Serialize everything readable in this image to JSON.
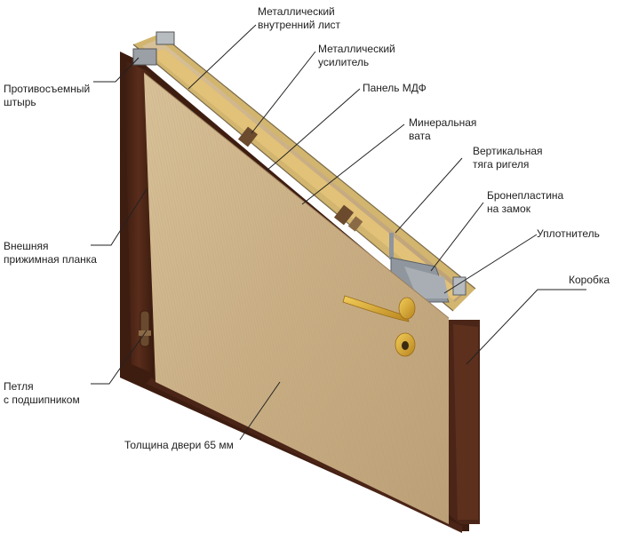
{
  "diagram": {
    "labels": {
      "inner_sheet": {
        "line1": "Металлический",
        "line2": "внутренний лист"
      },
      "reinforcement": {
        "line1": "Металлический",
        "line2": "усилитель"
      },
      "mdf_panel": {
        "line1": "Панель МДФ"
      },
      "mineral_wool": {
        "line1": "Минеральная",
        "line2": "вата"
      },
      "vertical_rod": {
        "line1": "Вертикальная",
        "line2": "тяга ригеля"
      },
      "armor_plate": {
        "line1": "Бронепластина",
        "line2": "на замок"
      },
      "seal": {
        "line1": "Уплотнитель"
      },
      "frame": {
        "line1": "Коробка"
      },
      "anti_removal_pin": {
        "line1": "Противосъемный",
        "line2": "штырь"
      },
      "outer_strip": {
        "line1": "Внешняя",
        "line2": "прижимная планка"
      },
      "hinge": {
        "line1": "Петля",
        "line2": "с подшипником"
      },
      "thickness": {
        "line1": "Толщина двери 65 мм"
      }
    },
    "colors": {
      "frame_brown": "#4a2416",
      "door_face": "#cdb48a",
      "insulation": "#e2c178",
      "handle_gold": "#d9a630",
      "leader_line": "#222222"
    }
  }
}
